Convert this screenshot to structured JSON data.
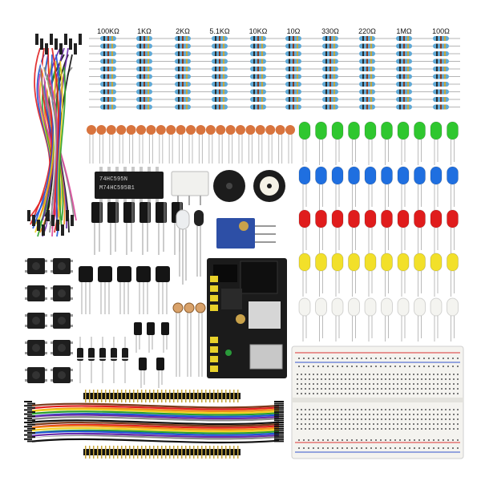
{
  "resistor_labels": [
    "100KΩ",
    "1KΩ",
    "2KΩ",
    "5.1KΩ",
    "10KΩ",
    "10Ω",
    "330Ω",
    "220Ω",
    "1MΩ",
    "100Ω"
  ],
  "led_colors": [
    "#2fc72f",
    "#1f6fe0",
    "#e01c1c",
    "#f2e02a",
    "#f4f4f0"
  ],
  "ic_marking": [
    "74HC595N",
    "M74HC595B1"
  ],
  "icons": {
    "jumper_bundle": "jumper-wire-bundle-icon",
    "ribbon": "dupont-ribbon-cable-icon",
    "breadboard": "breadboard-icon",
    "power_module": "breadboard-power-module-icon",
    "buzzer": "buzzer-icon",
    "potentiometer": "potentiometer-icon"
  }
}
